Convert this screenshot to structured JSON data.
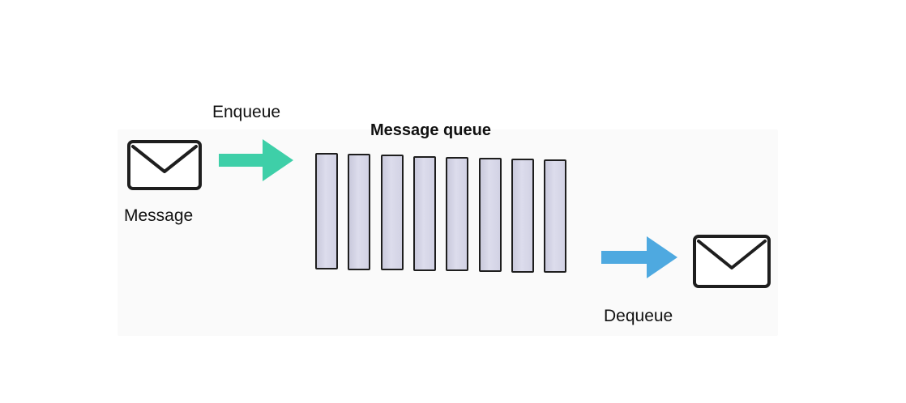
{
  "labels": {
    "enqueue": "Enqueue",
    "title": "Message queue",
    "message": "Message",
    "dequeue": "Dequeue"
  },
  "colors": {
    "enqueue_arrow": "#3ecfa8",
    "dequeue_arrow": "#4ea9e0",
    "slot_fill": "#d4d4e6",
    "outline": "#1e1e1e"
  },
  "icons": {
    "left": "envelope-icon",
    "right": "envelope-icon",
    "enqueue": "arrow-right-icon",
    "dequeue": "arrow-right-icon"
  },
  "queue": {
    "slot_count": 8
  }
}
